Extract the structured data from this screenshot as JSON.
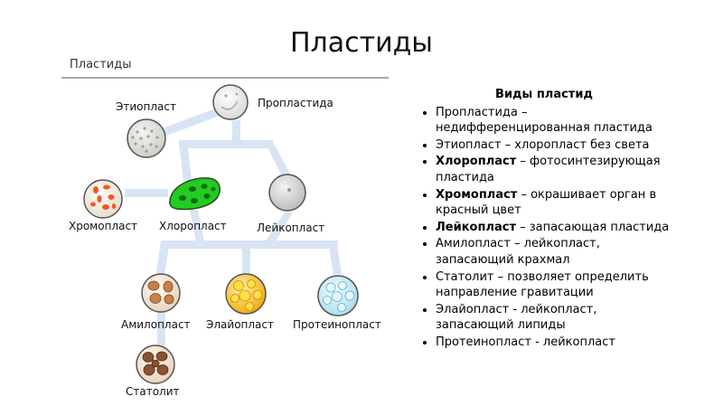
{
  "slide_title": "Пластиды",
  "figure": {
    "caption": "Пластиды",
    "nodes": {
      "etioplast": "Этиопласт",
      "proplastid": "Пропластида",
      "chromoplast": "Хромопласт",
      "chloroplast": "Хлоропласт",
      "leucoplast": "Лейкопласт",
      "amyloplast": "Амилопласт",
      "elaioplast": "Элайопласт",
      "proteinoplast": "Протеинопласт",
      "statolith": "Статолит"
    },
    "colors": {
      "connector": "#d8e4f4",
      "chloroplast_fill": "#22cc22",
      "elaioplast_fill": "#ffd21e",
      "proteinoplast_fill": "#9ad6ee",
      "amyloplast_fill": "#c9814a",
      "statolith_fill": "#8a5230",
      "chromoplast_spots": "#ee5a1e"
    }
  },
  "panel": {
    "heading": "Виды пластид",
    "items": [
      {
        "term": "",
        "text": "Пропластида – недифференцированная пластида"
      },
      {
        "term": "",
        "text": "Этиопласт – хлоропласт без света"
      },
      {
        "term": "Хлоропласт",
        "text": " – фотосинтезирующая пластида"
      },
      {
        "term": "Хромопласт",
        "text": " – окрашивает орган в красный цвет"
      },
      {
        "term": "Лейкопласт",
        "text": " – запасающая пластида"
      },
      {
        "term": "",
        "text": "Амилопласт – лейкопласт, запасающий крахмал"
      },
      {
        "term": "",
        "text": "Статолит – позволяет определить направление гравитации"
      },
      {
        "term": "",
        "text": "Элайопласт - лейкопласт, запасающий липиды"
      },
      {
        "term": "",
        "text": "Протеинопласт - лейкопласт"
      }
    ]
  }
}
